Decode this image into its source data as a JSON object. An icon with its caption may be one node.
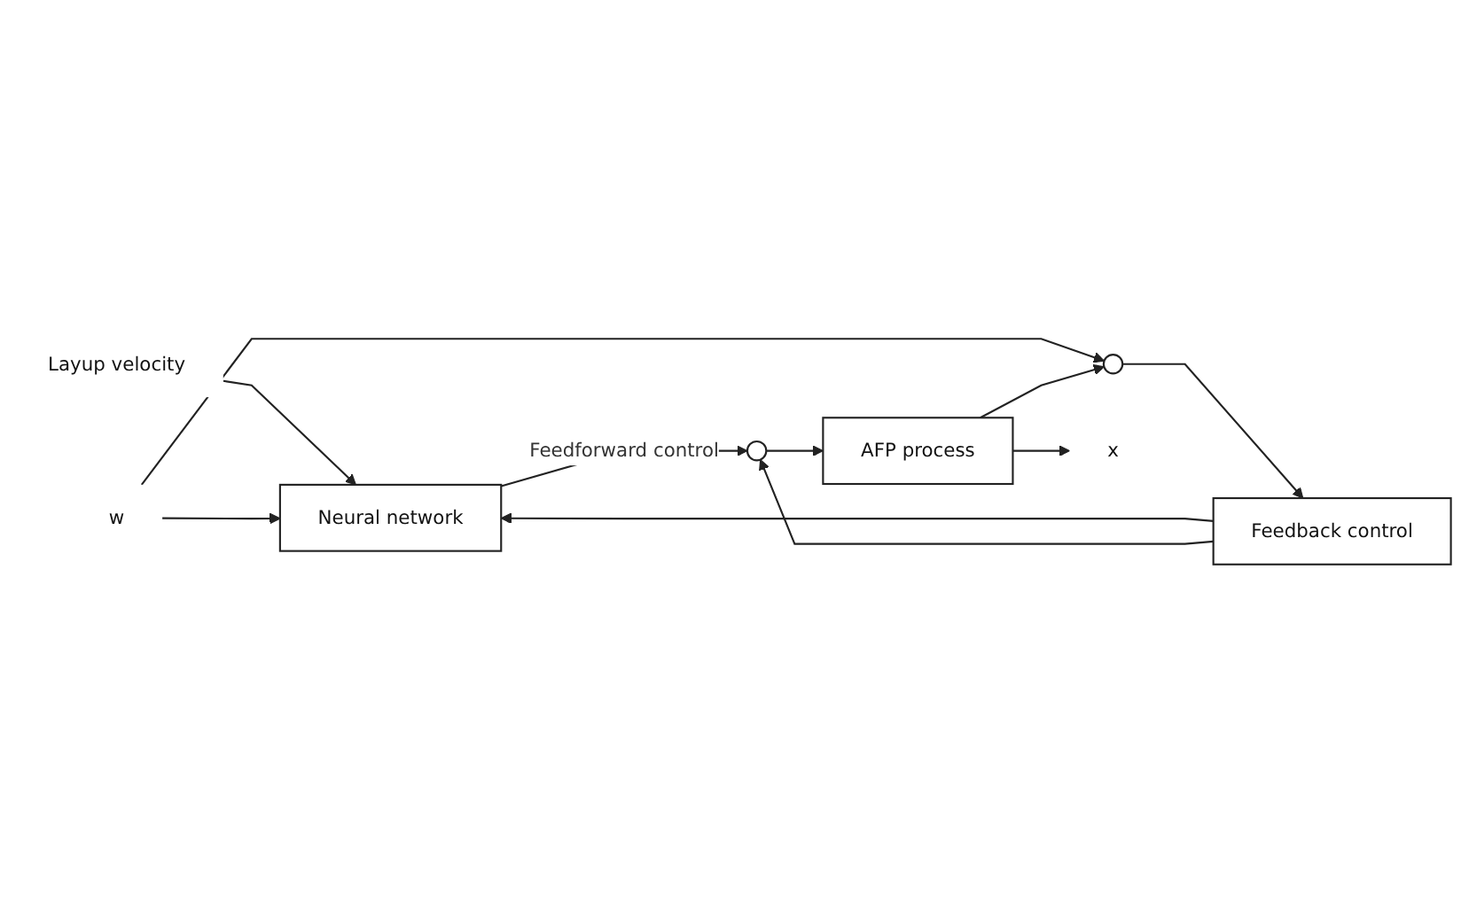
{
  "diagram": {
    "nodes": [
      {
        "text": [
          "Layup velocity"
        ]
      },
      {
        "text": [
          "Neural network"
        ]
      },
      {
        "text": [
          "w"
        ]
      },
      {
        "text": [],
        "shape": "circle"
      },
      {
        "text": [
          "Feedback control"
        ]
      },
      {
        "text": [],
        "shape": "circle"
      },
      {
        "text": [
          "AFP process"
        ]
      },
      {
        "text": [
          "x"
        ]
      }
    ],
    "edges": [
      {
        "from": 0,
        "to": 1,
        "arrow": "to"
      },
      {
        "from": 2,
        "to": 1,
        "arrow": "to"
      },
      {
        "from": 2,
        "to": 3,
        "arrow": "to"
      },
      {
        "from": 3,
        "to": 4,
        "arrow": "to"
      },
      {
        "from": 4,
        "to": 1,
        "arrow": "to"
      },
      {
        "from": 4,
        "to": 5,
        "arrow": "to"
      },
      {
        "from": 1,
        "to": 5,
        "label": "Feedforward control",
        "arrow": "to"
      },
      {
        "from": 5,
        "to": 6,
        "arrow": "to"
      },
      {
        "from": 6,
        "to": 7,
        "arrow": "to"
      },
      {
        "from": 6,
        "to": 3,
        "arrow": "to"
      }
    ]
  }
}
